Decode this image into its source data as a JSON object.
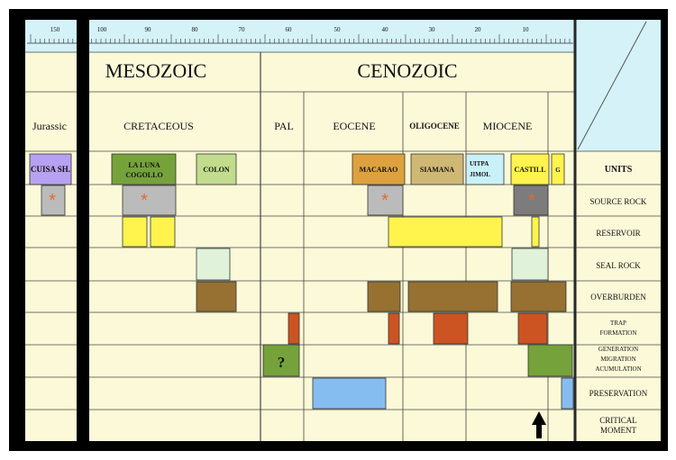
{
  "colors": {
    "panel": "#fcf9d8",
    "scale": "#d4f2f8",
    "frame": "#000000",
    "purple": "#b7a1f1",
    "darkgreen": "#76a23b",
    "lightgreen": "#c1dc8c",
    "orange": "#dda23f",
    "tan": "#cfb874",
    "cyan": "#c9f1f9",
    "yellow": "#fff34d",
    "gray": "#bbbbbb",
    "darkgray": "#7c7c7c",
    "palegreen": "#e0f3da",
    "brown": "#967132",
    "rust": "#cc5422",
    "blue": "#86bdf1"
  },
  "scale": {
    "labels": [
      "150",
      "100",
      "90",
      "80",
      "70",
      "60",
      "50",
      "40",
      "30",
      "20",
      "10"
    ]
  },
  "eras": {
    "mesozoic": "MESOZOIC",
    "cenozoic": "CENOZOIC"
  },
  "periods": {
    "jurassic": "Jurassic",
    "cretaceous": "CRETACEOUS",
    "pal": "PAL",
    "eocene": "EOCENE",
    "oligocene": "OLIGOCENE",
    "miocene": "MIOCENE"
  },
  "row_labels": {
    "units": "UNITS",
    "source_rock": "SOURCE ROCK",
    "reservoir": "RESERVOIR",
    "seal_rock": "SEAL ROCK",
    "overburden": "OVERBURDEN",
    "trap_formation": [
      "TRAP",
      "FORMATION"
    ],
    "generation": [
      "GENERATION",
      "MIGRATION",
      "ACUMULATION"
    ],
    "preservation": "PRESERVATION",
    "critical_moment": [
      "CRITICAL",
      "MOMENT"
    ]
  },
  "units": {
    "cuisa": "CUISA SH.",
    "la_luna": [
      "LA LUNA",
      "COGOLLO"
    ],
    "colon": "COLON",
    "macarao": "MACARAO",
    "siamana": "SIAMANA",
    "uitpa": [
      "UITPA",
      "JIMOL"
    ],
    "castill": "CASTILL",
    "g": "G"
  },
  "marks": {
    "asterisk": "*",
    "question": "?"
  }
}
